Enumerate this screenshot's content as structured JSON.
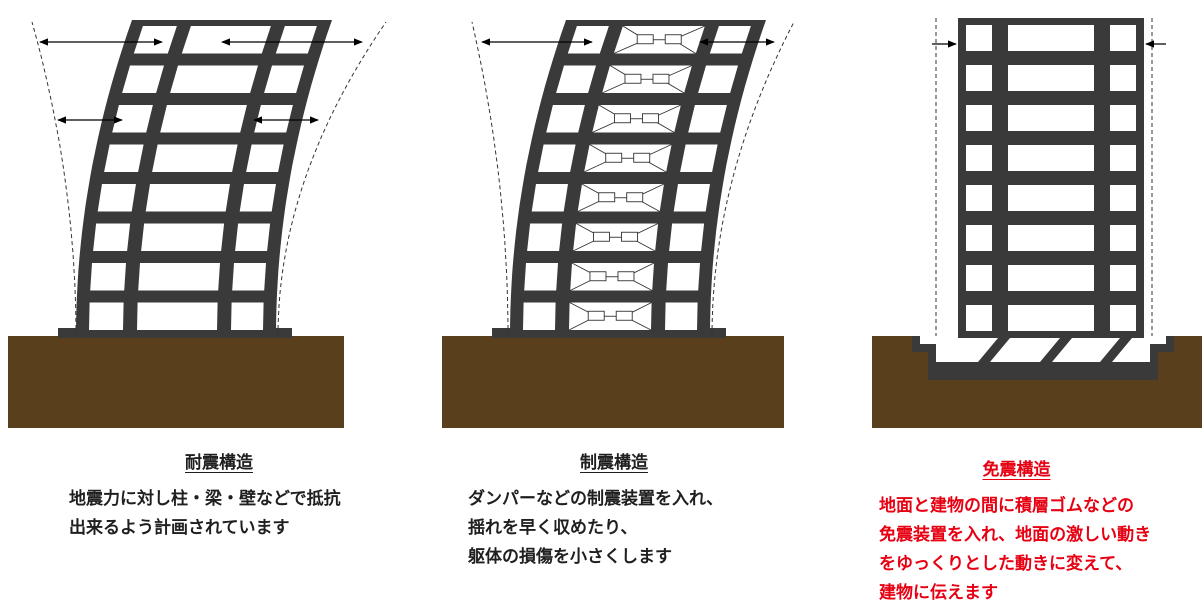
{
  "panels": [
    {
      "id": "taishin",
      "title": "耐震構造",
      "lines": [
        "地震力に対し柱・梁・壁などで抵抗",
        "出来るよう計画されています"
      ],
      "text_color": "#1f1f1f"
    },
    {
      "id": "seishin",
      "title": "制震構造",
      "lines": [
        "ダンパーなどの制震装置を入れ、",
        "揺れを早く収めたり、",
        "躯体の損傷を小さくします"
      ],
      "text_color": "#1f1f1f"
    },
    {
      "id": "menshin",
      "title": "免震構造",
      "lines": [
        "地面と建物の間に積層ゴムなどの",
        "免震装置を入れ、地面の激しい動き",
        "をゆっくりとした動きに変えて、",
        "建物に伝えます"
      ],
      "text_color": "#e60012"
    }
  ],
  "colors": {
    "frame": "#3a3a3a",
    "ground": "#5a3f1d",
    "ground_edge": "#4a4a4a",
    "window": "#ffffff",
    "damper": "#ffffff",
    "arrow": "#000000",
    "highlight": "#e60012"
  }
}
